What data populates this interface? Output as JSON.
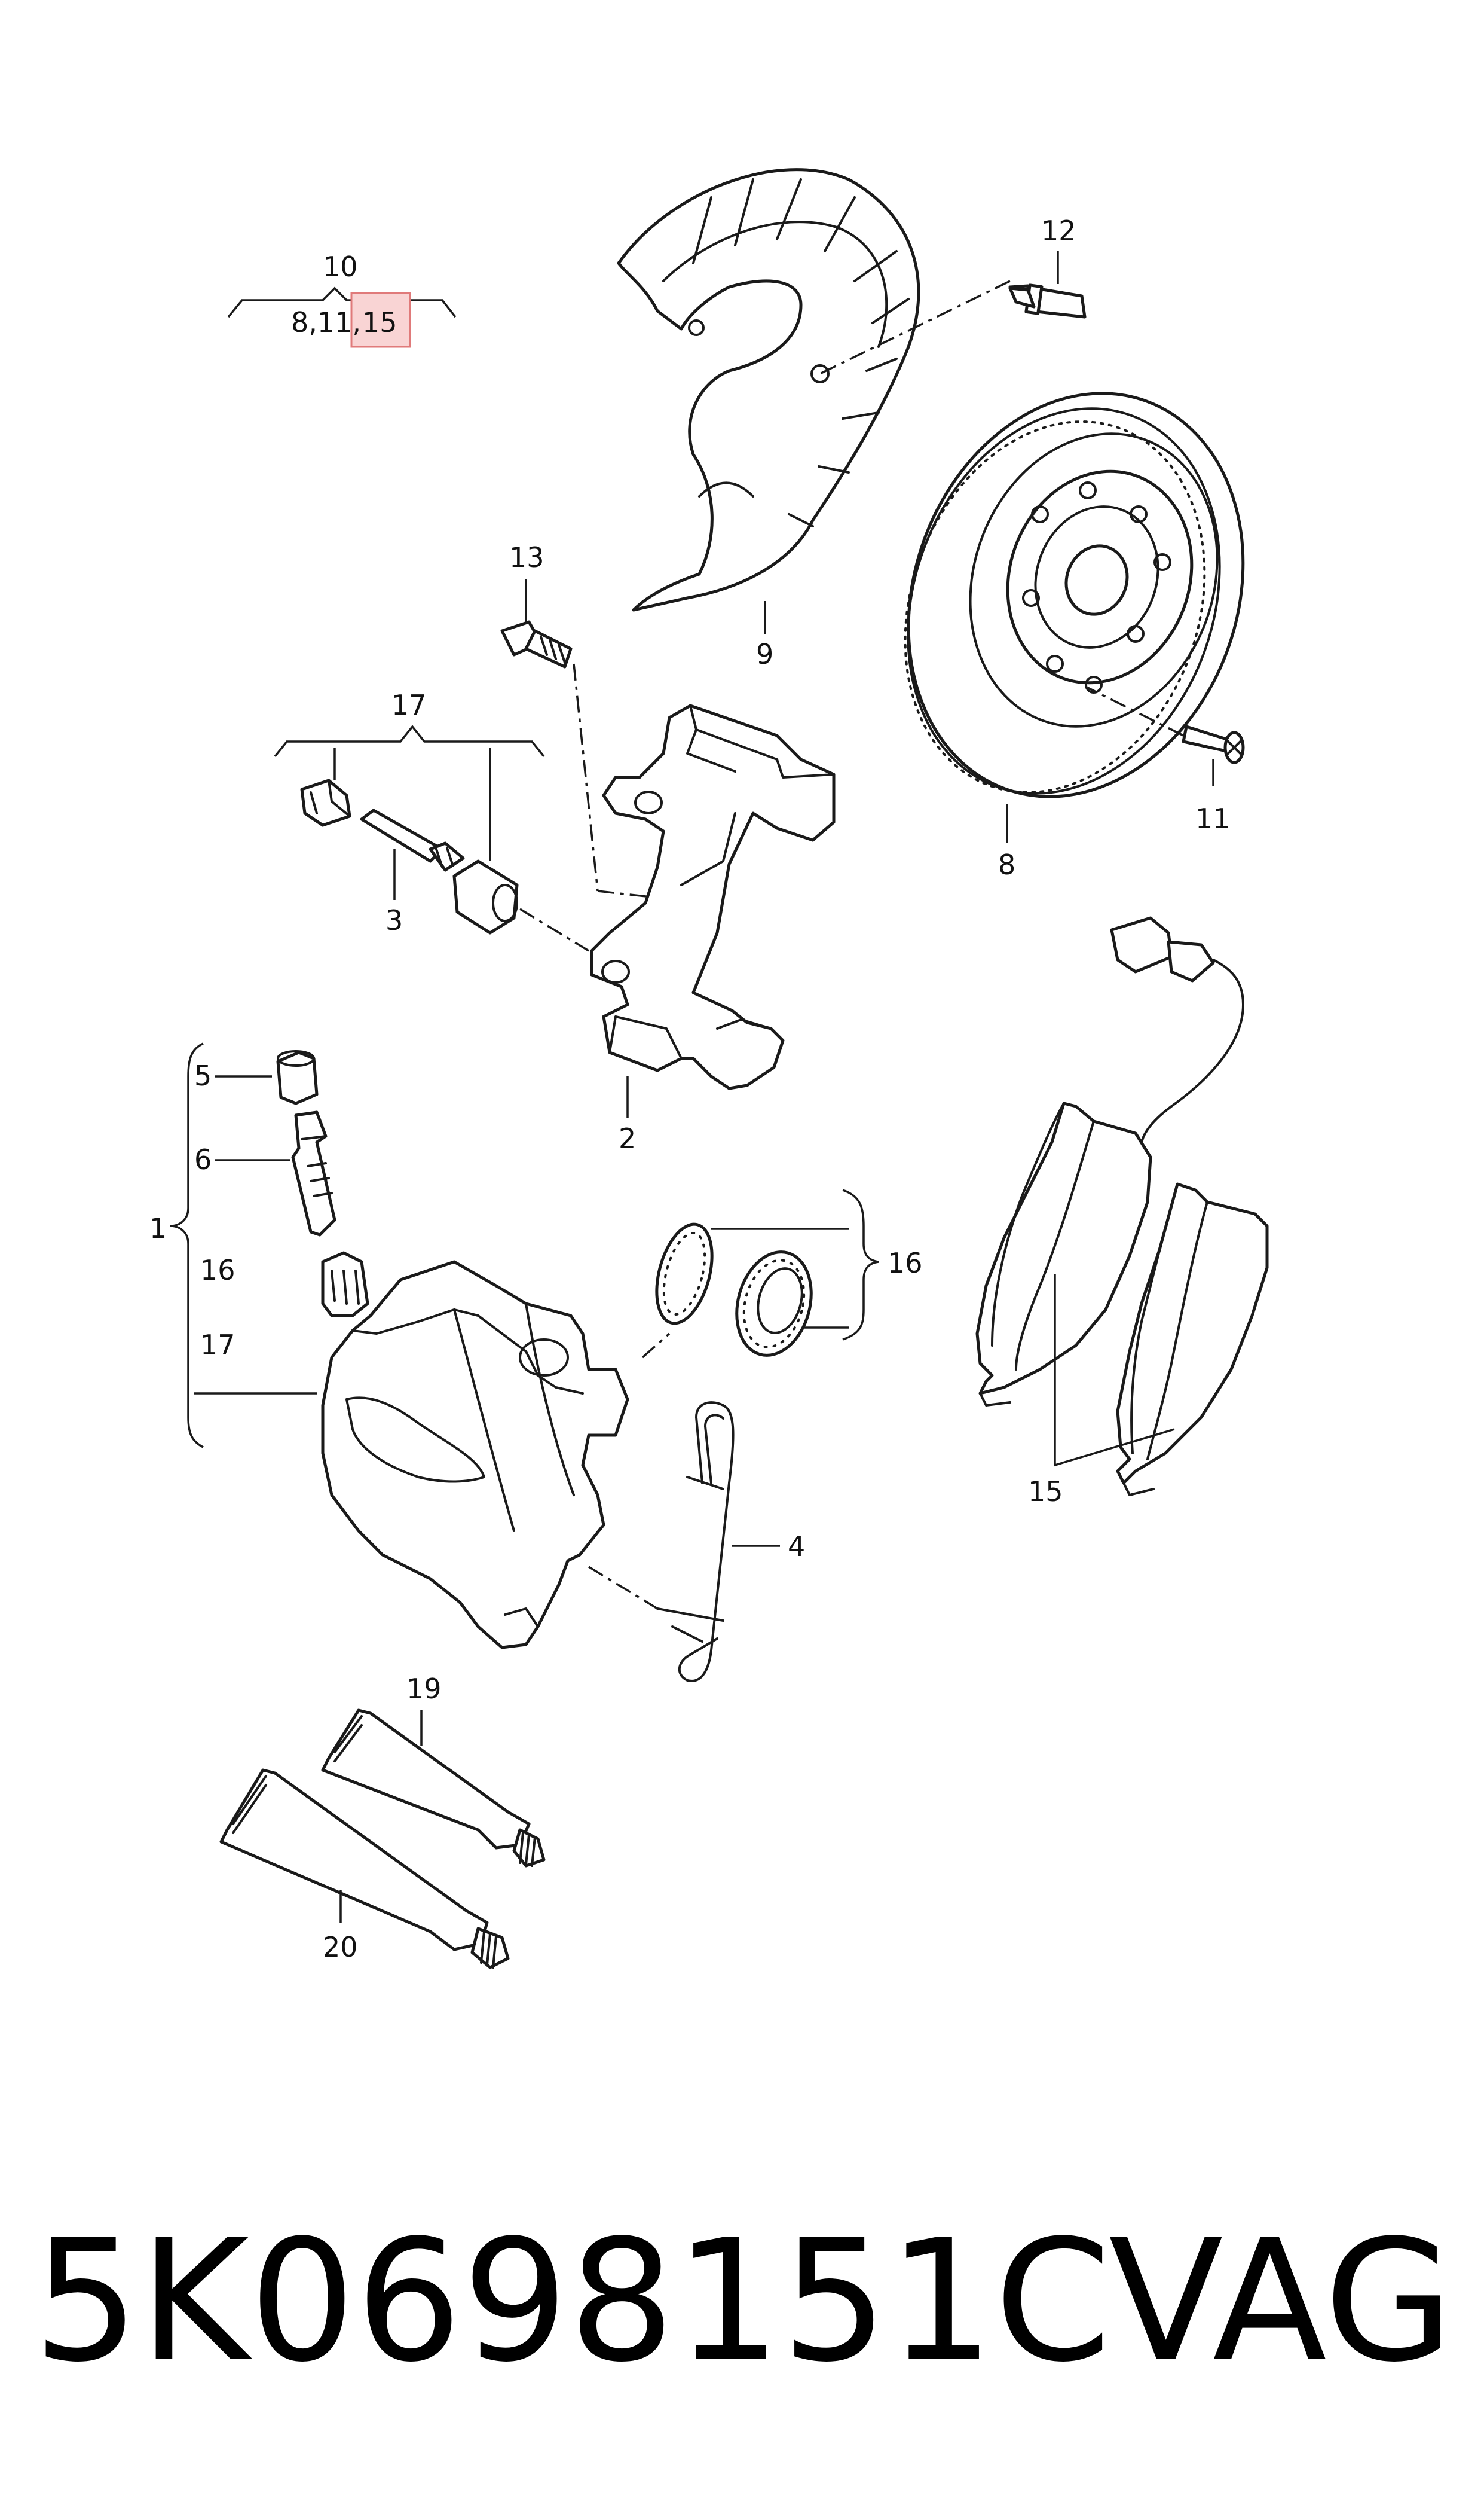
{
  "callouts": {
    "c10": "10",
    "c10_sub_a": "8,11,",
    "c10_sub_b": "15",
    "c12": "12",
    "c13": "13",
    "c9": "9",
    "c17_top": "17",
    "c3": "3",
    "c11": "11",
    "c8": "8",
    "c2": "2",
    "c5": "5",
    "c6": "6",
    "c1": "1",
    "c16_left": "16",
    "c17_left": "17",
    "c16_right": "16",
    "c4": "4",
    "c15": "15",
    "c19": "19",
    "c20": "20"
  },
  "footer": {
    "part_number": "5K0698151C",
    "brand": "VAG"
  },
  "colors": {
    "highlight_fill": "#f9d4d4",
    "highlight_stroke": "#e07a7a"
  }
}
